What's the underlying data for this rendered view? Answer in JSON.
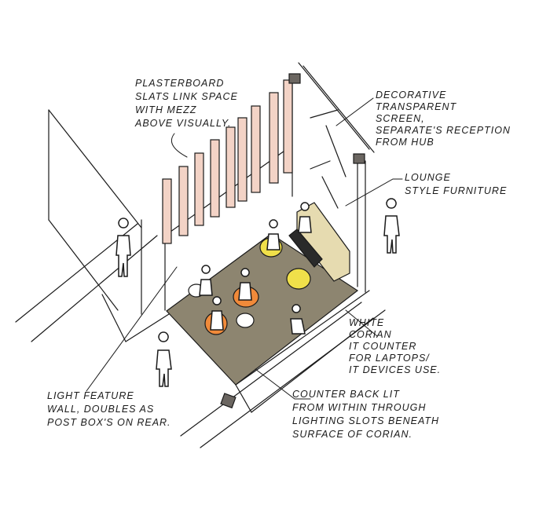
{
  "colors": {
    "floor": "#8d8570",
    "slat": "#f3d3c6",
    "chair_yellow": "#f0e04a",
    "chair_orange": "#f08a3a",
    "sofa": "#e6dbb0",
    "column": "#6b6661",
    "ink": "#1a1a1a"
  },
  "annotations": {
    "plasterboard": [
      "PLASTERBOARD",
      "SLATS LINK SPACE",
      "WITH MEZZ",
      "ABOVE VISUALLY."
    ],
    "screen": [
      "DECORATIVE",
      "TRANSPARENT",
      "SCREEN,",
      "SEPARATE'S RECEPTION",
      "FROM HUB"
    ],
    "lounge": [
      "LOUNGE",
      "STYLE FURNITURE"
    ],
    "corian": [
      "WHITE",
      "CORIAN",
      "IT COUNTER",
      "FOR LAPTOPS/",
      "IT DEVICES USE."
    ],
    "light_wall": [
      "LIGHT FEATURE",
      "WALL, DOUBLES AS",
      "POST BOX'S ON REAR."
    ],
    "counter": [
      "COUNTER BACK LIT",
      "FROM WITHIN THROUGH",
      "LIGHTING SLOTS BENEATH",
      "SURFACE OF CORIAN."
    ]
  }
}
